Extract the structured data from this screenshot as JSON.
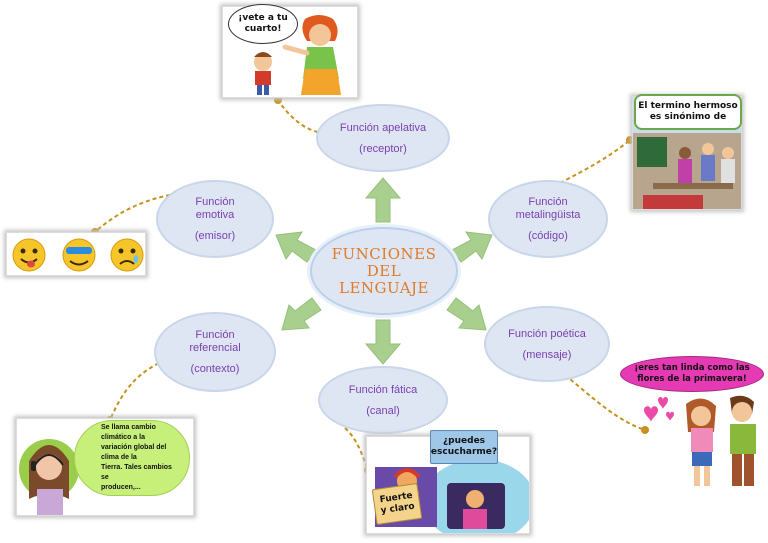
{
  "center": {
    "line1": "FUNCIONES",
    "line2": "DEL",
    "line3": "LENGUAJE"
  },
  "functions": {
    "apelativa": {
      "title": "Función apelativa",
      "sub": "(receptor)"
    },
    "emotiva": {
      "title1": "Función",
      "title2": "emotiva",
      "sub": "(emisor)"
    },
    "metalinguistica": {
      "title1": "Función",
      "title2": "metalingüista",
      "sub": "(código)"
    },
    "referencial": {
      "title1": "Función",
      "title2": "referencial",
      "sub": "(contexto)"
    },
    "poetica": {
      "title": "Función poética",
      "sub": "(mensaje)"
    },
    "fatica": {
      "title": "Función fática",
      "sub": "(canal)"
    }
  },
  "bubbles": {
    "apelativa": {
      "line1": "¡vete a tu",
      "line2": "cuarto!"
    },
    "metalinguistica": {
      "line1": "El termino hermoso",
      "line2": "es sinónimo de"
    },
    "referencial": {
      "line1": "Se llama cambio climático a la",
      "line2": "variación global del clima de la",
      "line3": "Tierra. Tales cambios se",
      "line4": "producen,..."
    },
    "poetica": {
      "line1": "¡eres tan linda como las",
      "line2": "flores de la primavera!"
    },
    "fatica_question": {
      "line1": "¿puedes",
      "line2": "escucharme?"
    },
    "fatica_answer": {
      "line1": "Fuerte",
      "line2": "y claro"
    }
  },
  "colors": {
    "oval_fill": "#dde6f2",
    "oval_text": "#7a3fb0",
    "center_text": "#e07a2a",
    "arrow": "#a8cf8e",
    "connector": "#c7901f",
    "poetic_bubble": "#e63ab5",
    "referential_bubble": "#c6f07a"
  },
  "icons": [
    "angry-mother-scene",
    "emoji-faces",
    "classroom-scene",
    "headset-woman",
    "podcast-scene",
    "couple-scene",
    "heart-icons"
  ]
}
